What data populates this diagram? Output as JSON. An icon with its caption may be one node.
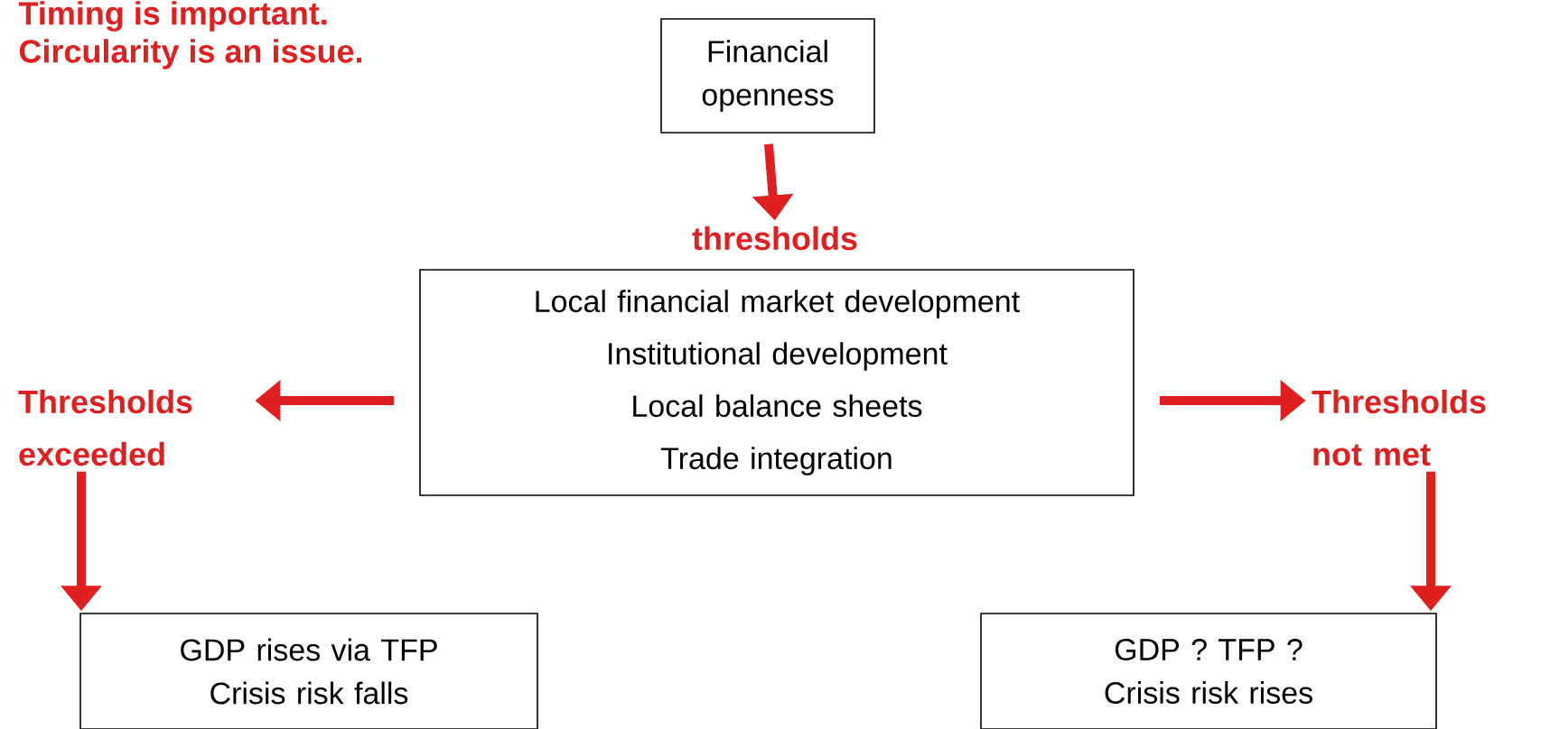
{
  "diagram": {
    "nodes": [
      {
        "text": [
          "Financial openness"
        ]
      },
      {
        "text": [
          "thresholds"
        ]
      },
      {
        "text": [
          "Local financial market development",
          "Institutional development",
          "Local balance sheets",
          "Trade integration"
        ]
      },
      {
        "text": [
          "Thresholds exceeded"
        ]
      },
      {
        "text": [
          "Thresholds not met"
        ]
      },
      {
        "text": [
          "GDP rises via TFP",
          "Crisis risk falls"
        ]
      },
      {
        "text": [
          "GDP ? TFP ?",
          "Crisis risk rises"
        ]
      }
    ],
    "edges": [
      {
        "from": 0,
        "to": 1,
        "arrow": "to"
      },
      {
        "from": 2,
        "to": 3,
        "arrow": "to"
      },
      {
        "from": 2,
        "to": 4,
        "arrow": "to"
      },
      {
        "from": 3,
        "to": 5,
        "arrow": "to"
      },
      {
        "from": 4,
        "to": 6,
        "arrow": "to"
      }
    ],
    "labels": [
      "Timing is important.",
      "Circularity is an issue."
    ]
  }
}
